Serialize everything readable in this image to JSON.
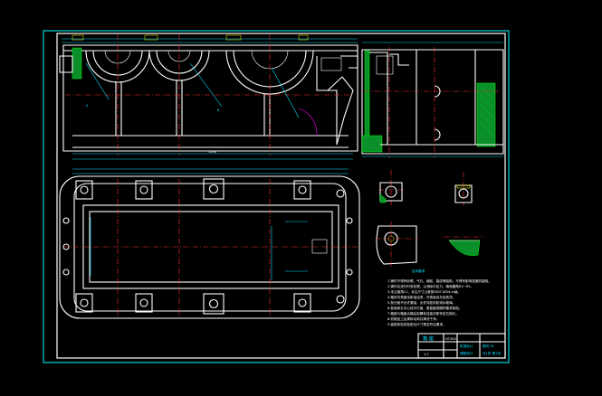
{
  "drawing": {
    "notes_heading": "技术要求",
    "notes": [
      "1.铸件不得有砂眼、气孔、缩松、裂纹等缺陷，不得有影响强度的缺陷。",
      "2.铸件应进行时效处理，以消除内应力，铸造圆角R3~R5。",
      "3.未注倒角C1，未注尺寸公差按GB/T1804-m级。",
      "4.箱体内表面涂耐油油漆，外表面涂灰色底漆。",
      "5.剖分面不允许漏油，允许涂密封胶或水玻璃。",
      "6.各轴承孔中心线平行度、垂直度按图样要求检验。",
      "7.箱座与箱盖合箱后用螺栓连接并配作定位销孔。",
      "8.机械加工后清除毛刺并清洗干净。",
      "9.装配前检查各配合尺寸是否符合要求。"
    ],
    "title_block": {
      "name_label": "箱 座",
      "material": "HT200",
      "ratio": "1:1",
      "school_line1": "机械设计",
      "school_line2": "课程设计",
      "dept_line1": "图号 01",
      "dept_line2": "共1张 第1张"
    }
  }
}
